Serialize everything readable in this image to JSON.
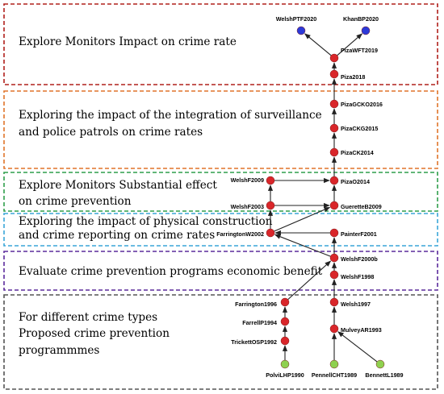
{
  "colors": {
    "band_1": "#b0201c",
    "band_2": "#e0742a",
    "band_3": "#2f9e4b",
    "band_4": "#3aa6d8",
    "band_5": "#5b2b9c",
    "band_6": "#555555",
    "node_red": "#d9262a",
    "node_blue": "#2c3ad8",
    "node_green": "#8fd14f",
    "edge": "#222222"
  },
  "bands": [
    {
      "id": "band-1",
      "color_key": "band_1",
      "lines": [
        "Explore Monitors Impact on crime rate"
      ]
    },
    {
      "id": "band-2",
      "color_key": "band_2",
      "lines": [
        "Exploring the impact of the integration of surveillance",
        "and police patrols on crime rates"
      ]
    },
    {
      "id": "band-3",
      "color_key": "band_3",
      "lines": [
        "Explore Monitors Substantial effect",
        "on crime prevention"
      ]
    },
    {
      "id": "band-4",
      "color_key": "band_4",
      "lines": [
        "Exploring the impact of physical construction",
        "and crime reporting on crime rates"
      ]
    },
    {
      "id": "band-5",
      "color_key": "band_5",
      "lines": [
        "Evaluate crime prevention programs economic benefit"
      ]
    },
    {
      "id": "band-6",
      "color_key": "band_6",
      "lines": [
        "For different crime types",
        "Proposed crime prevention",
        "programmmes"
      ]
    }
  ],
  "nodes": [
    {
      "id": "WelshPTF2020",
      "label": "WelshPTF2020",
      "color_key": "node_blue"
    },
    {
      "id": "KhanBP2020",
      "label": "KhanBP2020",
      "color_key": "node_blue"
    },
    {
      "id": "PizaWFT2019",
      "label": "PizaWFT2019",
      "color_key": "node_red"
    },
    {
      "id": "Piza2018",
      "label": "Piza2018",
      "color_key": "node_red"
    },
    {
      "id": "PizaGCKO2016",
      "label": "PizaGCKO2016",
      "color_key": "node_red"
    },
    {
      "id": "PizaCKG2015",
      "label": "PizaCKG2015",
      "color_key": "node_red"
    },
    {
      "id": "PizaCK2014",
      "label": "PizaCK2014",
      "color_key": "node_red"
    },
    {
      "id": "PizaO2014",
      "label": "PizaO2014",
      "color_key": "node_red"
    },
    {
      "id": "WelshF2009",
      "label": "WelshF2009",
      "color_key": "node_red"
    },
    {
      "id": "WelshF2003",
      "label": "WelshF2003",
      "color_key": "node_red"
    },
    {
      "id": "GueretteB2009",
      "label": "GueretteB2009",
      "color_key": "node_red"
    },
    {
      "id": "FarringtonW2002",
      "label": "FarringtonW2002",
      "color_key": "node_red"
    },
    {
      "id": "PainterF2001",
      "label": "PainterF2001",
      "color_key": "node_red"
    },
    {
      "id": "WelshF2000b",
      "label": "WelshF2000b",
      "color_key": "node_red"
    },
    {
      "id": "WelshF1998",
      "label": "WelshF1998",
      "color_key": "node_red"
    },
    {
      "id": "Farrington1996",
      "label": "Farrington1996",
      "color_key": "node_red"
    },
    {
      "id": "Welsh1997",
      "label": "Welsh1997",
      "color_key": "node_red"
    },
    {
      "id": "FarrellP1994",
      "label": "FarrellP1994",
      "color_key": "node_red"
    },
    {
      "id": "MulveyAR1993",
      "label": "MulveyAR1993",
      "color_key": "node_red"
    },
    {
      "id": "TrickettOSP1992",
      "label": "TrickettOSP1992",
      "color_key": "node_red"
    },
    {
      "id": "PolviLHP1990",
      "label": "PolviLHP1990",
      "color_key": "node_green"
    },
    {
      "id": "PennellCHT1989",
      "label": "PennellCHT1989",
      "color_key": "node_green"
    },
    {
      "id": "BennettL1989",
      "label": "BennettL1989",
      "color_key": "node_green"
    }
  ],
  "edges": [
    {
      "from": "PolviLHP1990",
      "to": "TrickettOSP1992"
    },
    {
      "from": "TrickettOSP1992",
      "to": "FarrellP1994"
    },
    {
      "from": "FarrellP1994",
      "to": "Farrington1996"
    },
    {
      "from": "Farrington1996",
      "to": "WelshF2000b"
    },
    {
      "from": "PennellCHT1989",
      "to": "MulveyAR1993"
    },
    {
      "from": "BennettL1989",
      "to": "MulveyAR1993"
    },
    {
      "from": "MulveyAR1993",
      "to": "Welsh1997"
    },
    {
      "from": "Welsh1997",
      "to": "WelshF1998"
    },
    {
      "from": "WelshF1998",
      "to": "WelshF2000b"
    },
    {
      "from": "WelshF2000b",
      "to": "PainterF2001"
    },
    {
      "from": "WelshF2000b",
      "to": "FarringtonW2002"
    },
    {
      "from": "PainterF2001",
      "to": "FarringtonW2002"
    },
    {
      "from": "FarringtonW2002",
      "to": "WelshF2003"
    },
    {
      "from": "FarringtonW2002",
      "to": "GueretteB2009"
    },
    {
      "from": "WelshF2003",
      "to": "GueretteB2009"
    },
    {
      "from": "WelshF2003",
      "to": "WelshF2009"
    },
    {
      "from": "WelshF2009",
      "to": "PizaO2014"
    },
    {
      "from": "GueretteB2009",
      "to": "PizaO2014"
    },
    {
      "from": "PizaO2014",
      "to": "PizaCK2014"
    },
    {
      "from": "PizaCK2014",
      "to": "PizaCKG2015"
    },
    {
      "from": "PizaCKG2015",
      "to": "PizaGCKO2016"
    },
    {
      "from": "PizaGCKO2016",
      "to": "Piza2018"
    },
    {
      "from": "Piza2018",
      "to": "PizaWFT2019"
    },
    {
      "from": "PizaWFT2019",
      "to": "WelshPTF2020"
    },
    {
      "from": "PizaWFT2019",
      "to": "KhanBP2020"
    }
  ]
}
